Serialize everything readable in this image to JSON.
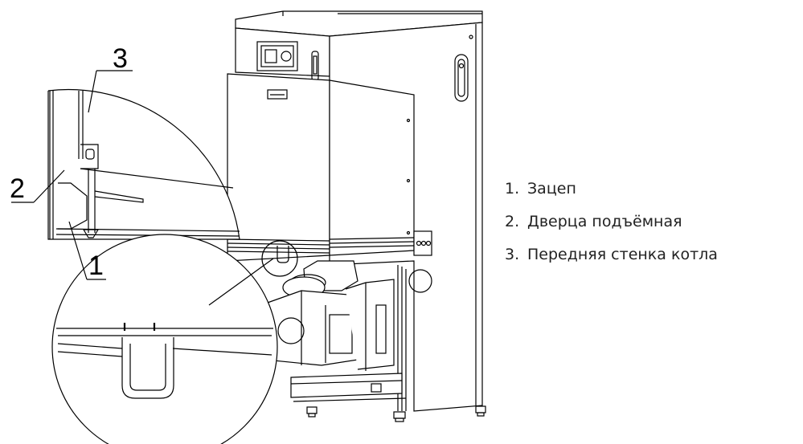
{
  "callouts": [
    "1",
    "2",
    "3"
  ],
  "legend": [
    {
      "number": "1.",
      "text": "Зацеп"
    },
    {
      "number": "2.",
      "text": "Дверца подъёмная"
    },
    {
      "number": "3.",
      "text": "Передняя стенка котла"
    }
  ],
  "colors": {
    "line": "#000000",
    "text": "#222222",
    "background": "#ffffff"
  }
}
